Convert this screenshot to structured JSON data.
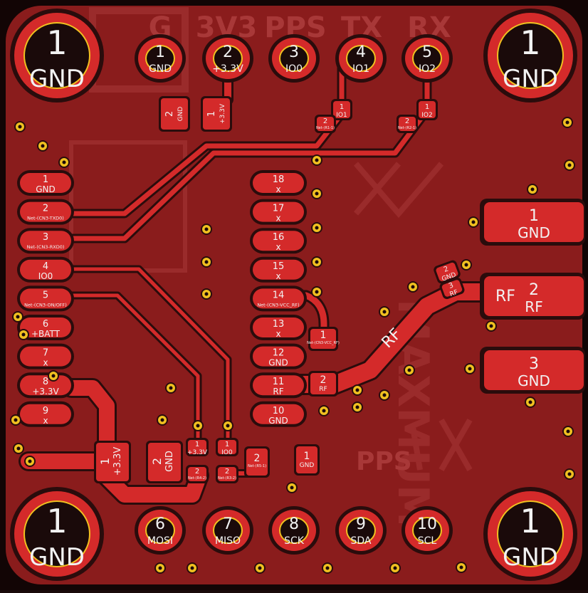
{
  "colors": {
    "board": "#8a1c1c",
    "board_dark": "#6e1414",
    "copper": "#d42a2a",
    "keepout": "#2a0c0c",
    "silk": "#f2f2f2",
    "ghost": "#a83838",
    "via_ring": "#f0c020",
    "via_hole": "#1a0a0a",
    "ring_yellow": "#f0c020"
  },
  "top_labels": [
    "G",
    "3V3",
    "PPS",
    "TX",
    "RX"
  ],
  "top_pads": [
    {
      "num": "1",
      "name": "GND"
    },
    {
      "num": "2",
      "name": "+3.3V"
    },
    {
      "num": "3",
      "name": "IO0"
    },
    {
      "num": "4",
      "name": "IO1"
    },
    {
      "num": "5",
      "name": "IO2"
    }
  ],
  "bottom_pads": [
    {
      "num": "6",
      "name": "MOSI"
    },
    {
      "num": "7",
      "name": "MISO"
    },
    {
      "num": "8",
      "name": "SCK"
    },
    {
      "num": "9",
      "name": "SDA"
    },
    {
      "num": "10",
      "name": "SCL"
    }
  ],
  "mount_holes": [
    {
      "num": "1",
      "name": "GND"
    },
    {
      "num": "1",
      "name": "GND"
    },
    {
      "num": "1",
      "name": "GND"
    },
    {
      "num": "1",
      "name": "GND"
    }
  ],
  "left_pins": [
    {
      "num": "1",
      "name": "GND"
    },
    {
      "num": "2",
      "name": "Net-(CN3-TXD0)"
    },
    {
      "num": "3",
      "name": "Net-(CN3-RXD0)"
    },
    {
      "num": "4",
      "name": "IO0"
    },
    {
      "num": "5",
      "name": "Net-(CN3-ON/OFF)"
    },
    {
      "num": "6",
      "name": "+BATT"
    },
    {
      "num": "7",
      "name": "x"
    },
    {
      "num": "8",
      "name": "+3.3V"
    },
    {
      "num": "9",
      "name": "x"
    }
  ],
  "mid_pins": [
    {
      "num": "18",
      "name": "x"
    },
    {
      "num": "17",
      "name": "x"
    },
    {
      "num": "16",
      "name": "x"
    },
    {
      "num": "15",
      "name": "x"
    },
    {
      "num": "14",
      "name": "Net-(CN3-VCC_RF)"
    },
    {
      "num": "13",
      "name": "x"
    },
    {
      "num": "12",
      "name": "GND"
    },
    {
      "num": "11",
      "name": "RF"
    },
    {
      "num": "10",
      "name": "GND"
    }
  ],
  "right_pads": [
    {
      "num": "1",
      "name": "GND"
    },
    {
      "num": "2",
      "name": "RF"
    },
    {
      "num": "3",
      "name": "GND"
    }
  ],
  "rf_trace_label": "RF",
  "bottom_pps_label": "PPS",
  "ghost_text": "MAXMUM",
  "small_parts": {
    "cap_top": {
      "p2": "2",
      "p2n": "GND",
      "p1": "1",
      "p1n": "+3.3V"
    },
    "cap_bottom": {
      "p1": "1",
      "p1n": "+3.3V",
      "p2": "2",
      "p2n": "GND"
    },
    "r_io1": {
      "p1": "1",
      "p1n": "IO1",
      "p2": "2",
      "p2n": "Net-(R1-1)"
    },
    "r_io2": {
      "p1": "1",
      "p1n": "IO2",
      "p2": "2",
      "p2n": "Net-(R2-1)"
    },
    "r_io0": {
      "p1": "1",
      "p1n": "IO0",
      "p2": "2",
      "p2n": "Net-(R3-2)"
    },
    "r_33": {
      "p1": "1",
      "p1n": "+3.3V",
      "p2": "2",
      "p2n": "Net-(R4-2)"
    },
    "r_pps": {
      "p2": "2",
      "p2n": "Net-(R5-1)",
      "p1": "1",
      "p1n": "GND"
    },
    "l_rf": {
      "p1": "1",
      "p1n": "Net-(CN3-VCC_RF)",
      "p2": "2",
      "p2n": "RF"
    },
    "c_rf": {
      "p2": "2",
      "p2n": "GND",
      "p3": "3",
      "p3n": "RF"
    }
  }
}
